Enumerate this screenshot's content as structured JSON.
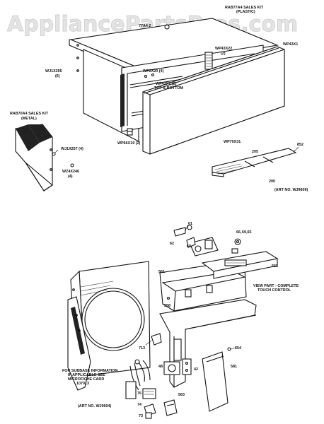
{
  "watermark": "AppliancePartsPros.com",
  "labels": {
    "kit_plastic_1": "RAB77A4 SALES KIT",
    "kit_plastic_2": "(PLASTIC)",
    "kit_top_partial": "77A4 2",
    "wp43x22": "WP43X22",
    "wp43x22_qty": "(2)",
    "wp43x1": "WP43X1",
    "wj1x355": "WJ1X355",
    "wj1x355_qty": "(6)",
    "wp2x20": "WP2X20 (4)",
    "wp43x7_1": "WP43X7 (2)",
    "wp43x7_2": "TOP & BOTTOM",
    "kit_metal_1": "RAB70A4 SALES KIT",
    "kit_metal_2": "(METAL)",
    "wj1x257": "WJ1X257 (4)",
    "wp66x19": "WP66X19 (2)",
    "wp70x31": "WP70X31",
    "wz4x246": "WZ4X246",
    "wz4x246_qty": "(4)",
    "n852": "852",
    "n205": "205",
    "n200": "200",
    "art_wj9609": "(ART NO. WJ9609)",
    "n61": "61",
    "n66": "66,",
    "n69_65": "69,65",
    "n60": "60",
    "n62": "62",
    "n561": "561",
    "n562": "562",
    "view_1": "VIEW PART - COMPLETE",
    "view_2": "TOUCH CONTROL",
    "n558": "558",
    "n713": "713",
    "n654": "654",
    "n48": "48",
    "n42": "42",
    "n581": "581",
    "n563": "563",
    "n76": "76",
    "n74": "74",
    "n73": "73",
    "subbase_1": "FOR SUBBASE INFORMATION",
    "subbase_2": "IF APPLICABLE SEE",
    "subbase_3": "MICROFICHE CARD",
    "subbase_4": "107013",
    "art_wj9604": "(ART NO. WJ9604)"
  }
}
